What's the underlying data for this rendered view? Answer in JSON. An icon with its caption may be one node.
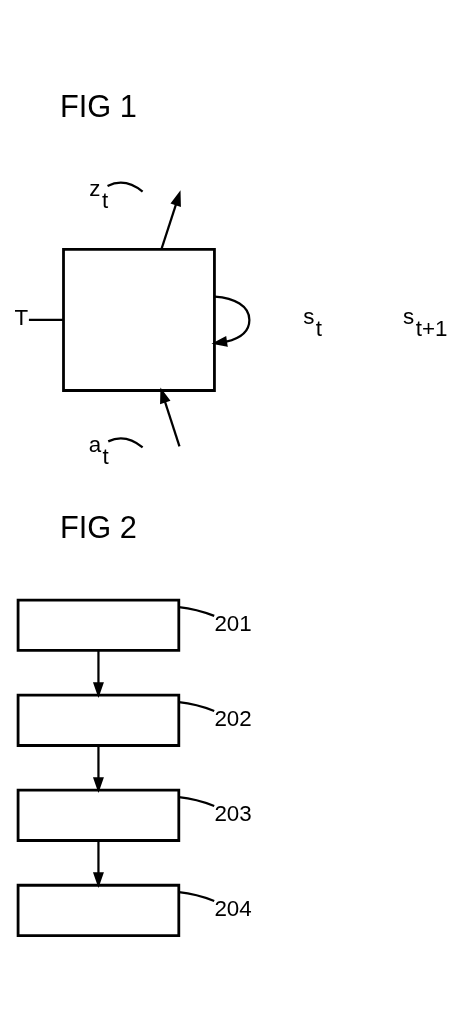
{
  "diagram": {
    "nodes": [
      {
        "text": [
          "z$_{t}$"
        ]
      },
      {
        "text": [
          "T"
        ]
      },
      {
        "text": [],
        "shape": "box"
      },
      {
        "text": [
          "a$_{t}$"
        ]
      },
      {
        "text": [],
        "shape": "box"
      },
      {
        "text": [
          "201"
        ]
      },
      {
        "text": [],
        "shape": "box"
      },
      {
        "text": [
          "202"
        ]
      },
      {
        "text": [],
        "shape": "box"
      },
      {
        "text": [
          "203"
        ]
      },
      {
        "text": [],
        "shape": "box"
      },
      {
        "text": [
          "204"
        ]
      }
    ],
    "edges": [
      {
        "from": 0,
        "to": null,
        "arrow": "none"
      },
      {
        "from": 2,
        "to": null,
        "arrow": "to"
      },
      {
        "from": 2,
        "to": 2,
        "arrow": "to"
      },
      {
        "from": 1,
        "to": 2,
        "arrow": "none"
      },
      {
        "from": null,
        "to": 2,
        "arrow": "to"
      },
      {
        "from": 3,
        "to": null,
        "arrow": "none"
      },
      {
        "from": 4,
        "to": 6,
        "arrow": "to"
      },
      {
        "from": 6,
        "to": 8,
        "arrow": "to"
      },
      {
        "from": 8,
        "to": 10,
        "arrow": "to"
      },
      {
        "from": 5,
        "to": 4,
        "arrow": "none"
      },
      {
        "from": 7,
        "to": 6,
        "arrow": "none"
      },
      {
        "from": 9,
        "to": 8,
        "arrow": "none"
      },
      {
        "from": 11,
        "to": 10,
        "arrow": "none"
      }
    ],
    "labels": [
      "FIG 1",
      "s$_{t}$",
      "s$_{t+1}$",
      "FIG 2"
    ]
  }
}
